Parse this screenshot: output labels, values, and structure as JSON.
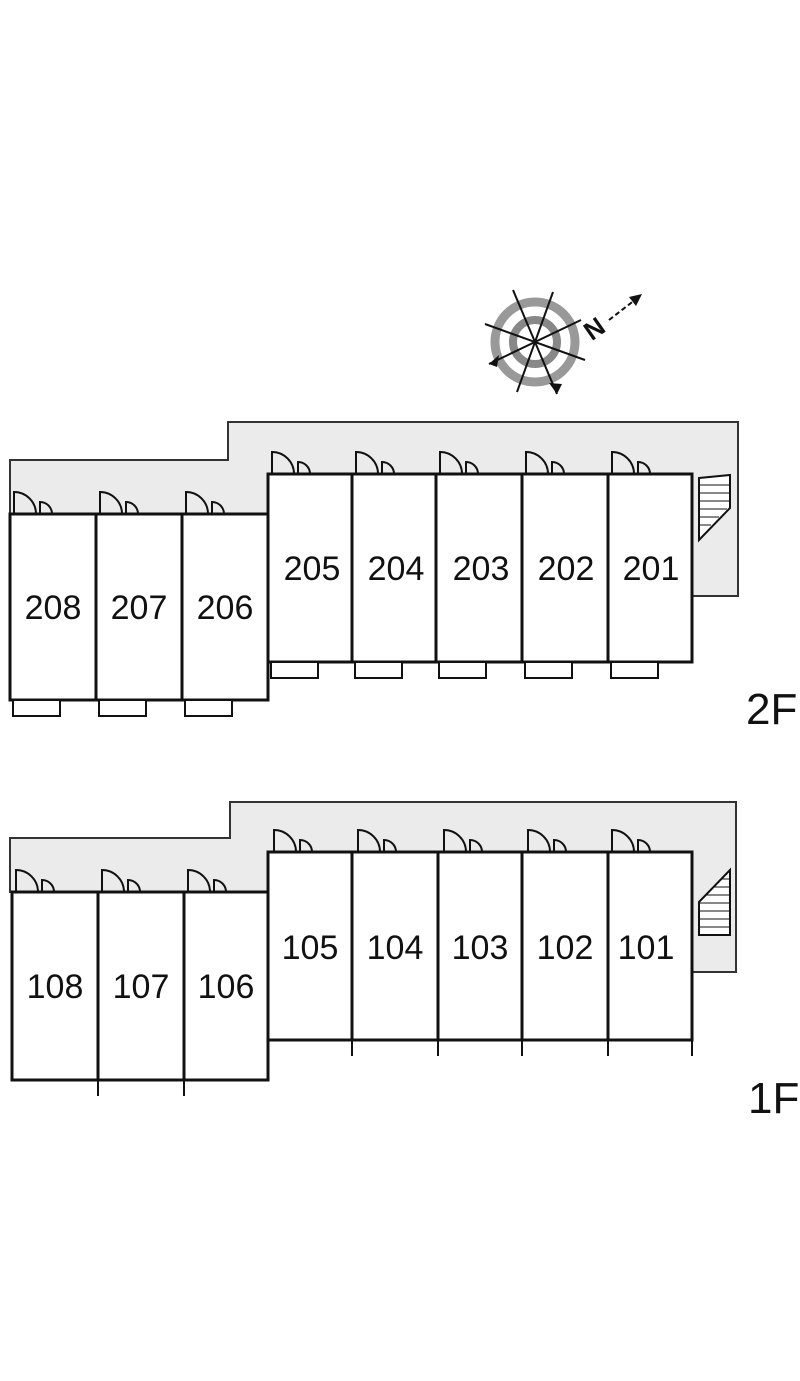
{
  "compass": {
    "north_letter": "N",
    "icon": "compass-rose-icon"
  },
  "floors": [
    {
      "label": "2F",
      "rooms": [
        "208",
        "207",
        "206",
        "205",
        "204",
        "203",
        "202",
        "201"
      ]
    },
    {
      "label": "1F",
      "rooms": [
        "108",
        "107",
        "106",
        "105",
        "104",
        "103",
        "102",
        "101"
      ]
    }
  ],
  "colors": {
    "corridor": "#ebebeb",
    "wall": "#111111",
    "background": "#ffffff"
  }
}
